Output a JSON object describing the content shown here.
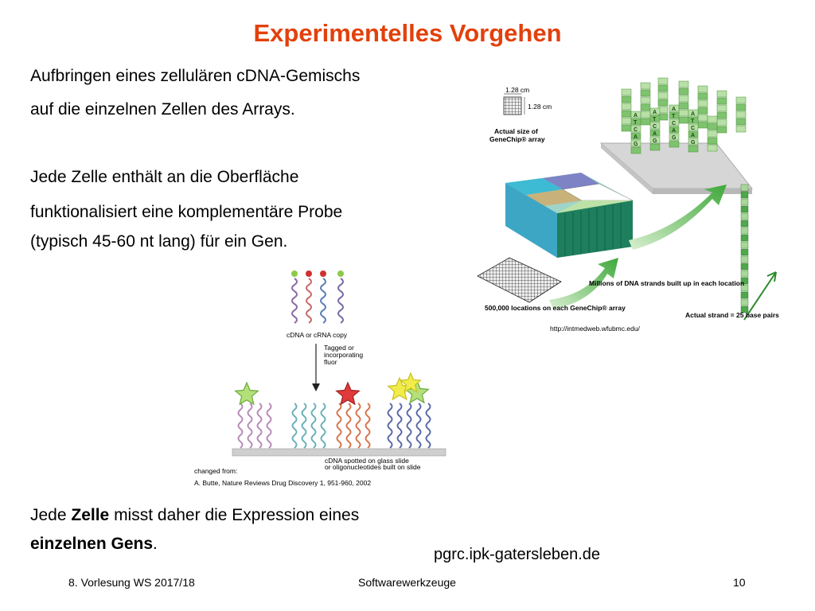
{
  "slide": {
    "title": "Experimentelles Vorgehen",
    "title_color": "#e3400b",
    "para1": [
      "Aufbringen eines zellulären cDNA-Gemischs",
      "auf die einzelnen Zellen des Arrays."
    ],
    "para2": [
      "Jede Zelle enthält an die Oberfläche",
      "funktionalisiert eine komplementäre Probe",
      "(typisch 45-60 nt lang) für ein Gen."
    ],
    "para3_line1": {
      "pre": "Jede ",
      "bold": "Zelle",
      "post": " misst daher die Expression eines"
    },
    "para3_line2": {
      "bold": "einzelnen Gens",
      "post": "."
    },
    "source": "pgrc.ipk-gatersleben.de"
  },
  "figure_genechip": {
    "dim1": "1.28 cm",
    "dim2": "1.28 cm",
    "actual_size": [
      "Actual size of",
      "GeneChip® array"
    ],
    "millions": "Millions of DNA strands built up in each location",
    "locations": "500,000 locations on each GeneChip® array",
    "actual_strand": "Actual strand = 25 base pairs",
    "url": "http://intmedweb.wfubmc.edu/",
    "bases": "ATCAG"
  },
  "figure_hybridization": {
    "copy": "cDNA or cRNA copy",
    "tagged": [
      "Tagged or",
      "incorporating",
      "fluor"
    ],
    "spotted": [
      "cDNA spotted on glass slide",
      "or oligonucleotides built on slide"
    ],
    "changed_from": "changed from:",
    "citation": "A. Butte, Nature Reviews Drug Discovery 1, 951-960, 2002"
  },
  "footer": {
    "left": "8. Vorlesung WS 2017/18",
    "center": "Softwarewerkzeuge",
    "page": "10"
  }
}
